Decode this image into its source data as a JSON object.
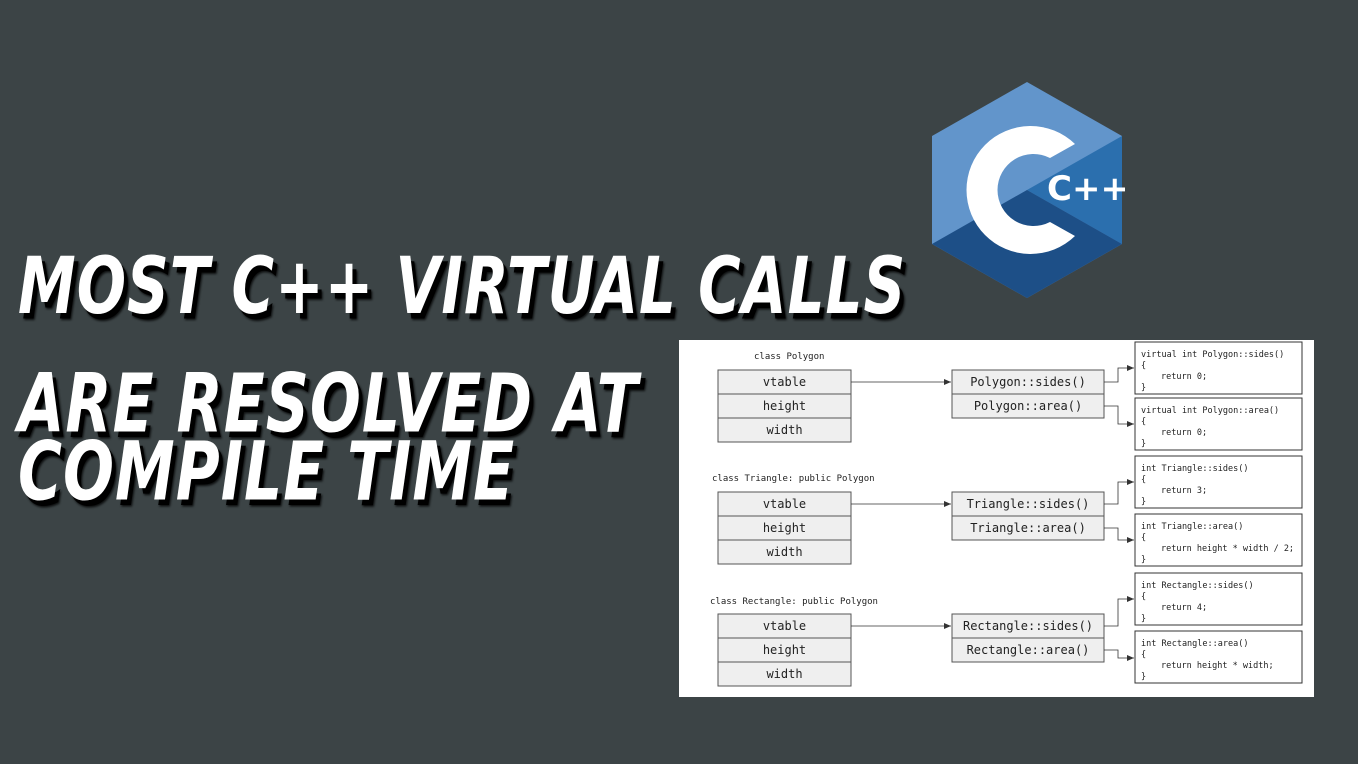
{
  "headline": {
    "line1": "Most C++ virtual calls",
    "line2": "are resolved at",
    "line3": "compile time"
  },
  "logo": {
    "text": "C++",
    "colors": {
      "light": "#6295cb",
      "mid": "#2b6fae",
      "dark": "#1d4f87",
      "letter": "#ffffff"
    }
  },
  "diagram": {
    "classes": [
      {
        "title": "class Polygon",
        "fields": [
          "vtable",
          "height",
          "width"
        ],
        "methods": [
          "Polygon::sides()",
          "Polygon::area()"
        ],
        "impls": [
          {
            "sig": "virtual int Polygon::sides()",
            "open": "{",
            "body": "return 0;",
            "close": "}"
          },
          {
            "sig": "virtual int Polygon::area()",
            "open": "{",
            "body": "return 0;",
            "close": "}"
          }
        ]
      },
      {
        "title": "class Triangle: public Polygon",
        "fields": [
          "vtable",
          "height",
          "width"
        ],
        "methods": [
          "Triangle::sides()",
          "Triangle::area()"
        ],
        "impls": [
          {
            "sig": "int Triangle::sides()",
            "open": "{",
            "body": "return 3;",
            "close": "}"
          },
          {
            "sig": "int Triangle::area()",
            "open": "{",
            "body": "return height * width / 2;",
            "close": "}"
          }
        ]
      },
      {
        "title": "class Rectangle: public Polygon",
        "fields": [
          "vtable",
          "height",
          "width"
        ],
        "methods": [
          "Rectangle::sides()",
          "Rectangle::area()"
        ],
        "impls": [
          {
            "sig": "int Rectangle::sides()",
            "open": "{",
            "body": "return 4;",
            "close": "}"
          },
          {
            "sig": "int Rectangle::area()",
            "open": "{",
            "body": "return height * width;",
            "close": "}"
          }
        ]
      }
    ]
  }
}
